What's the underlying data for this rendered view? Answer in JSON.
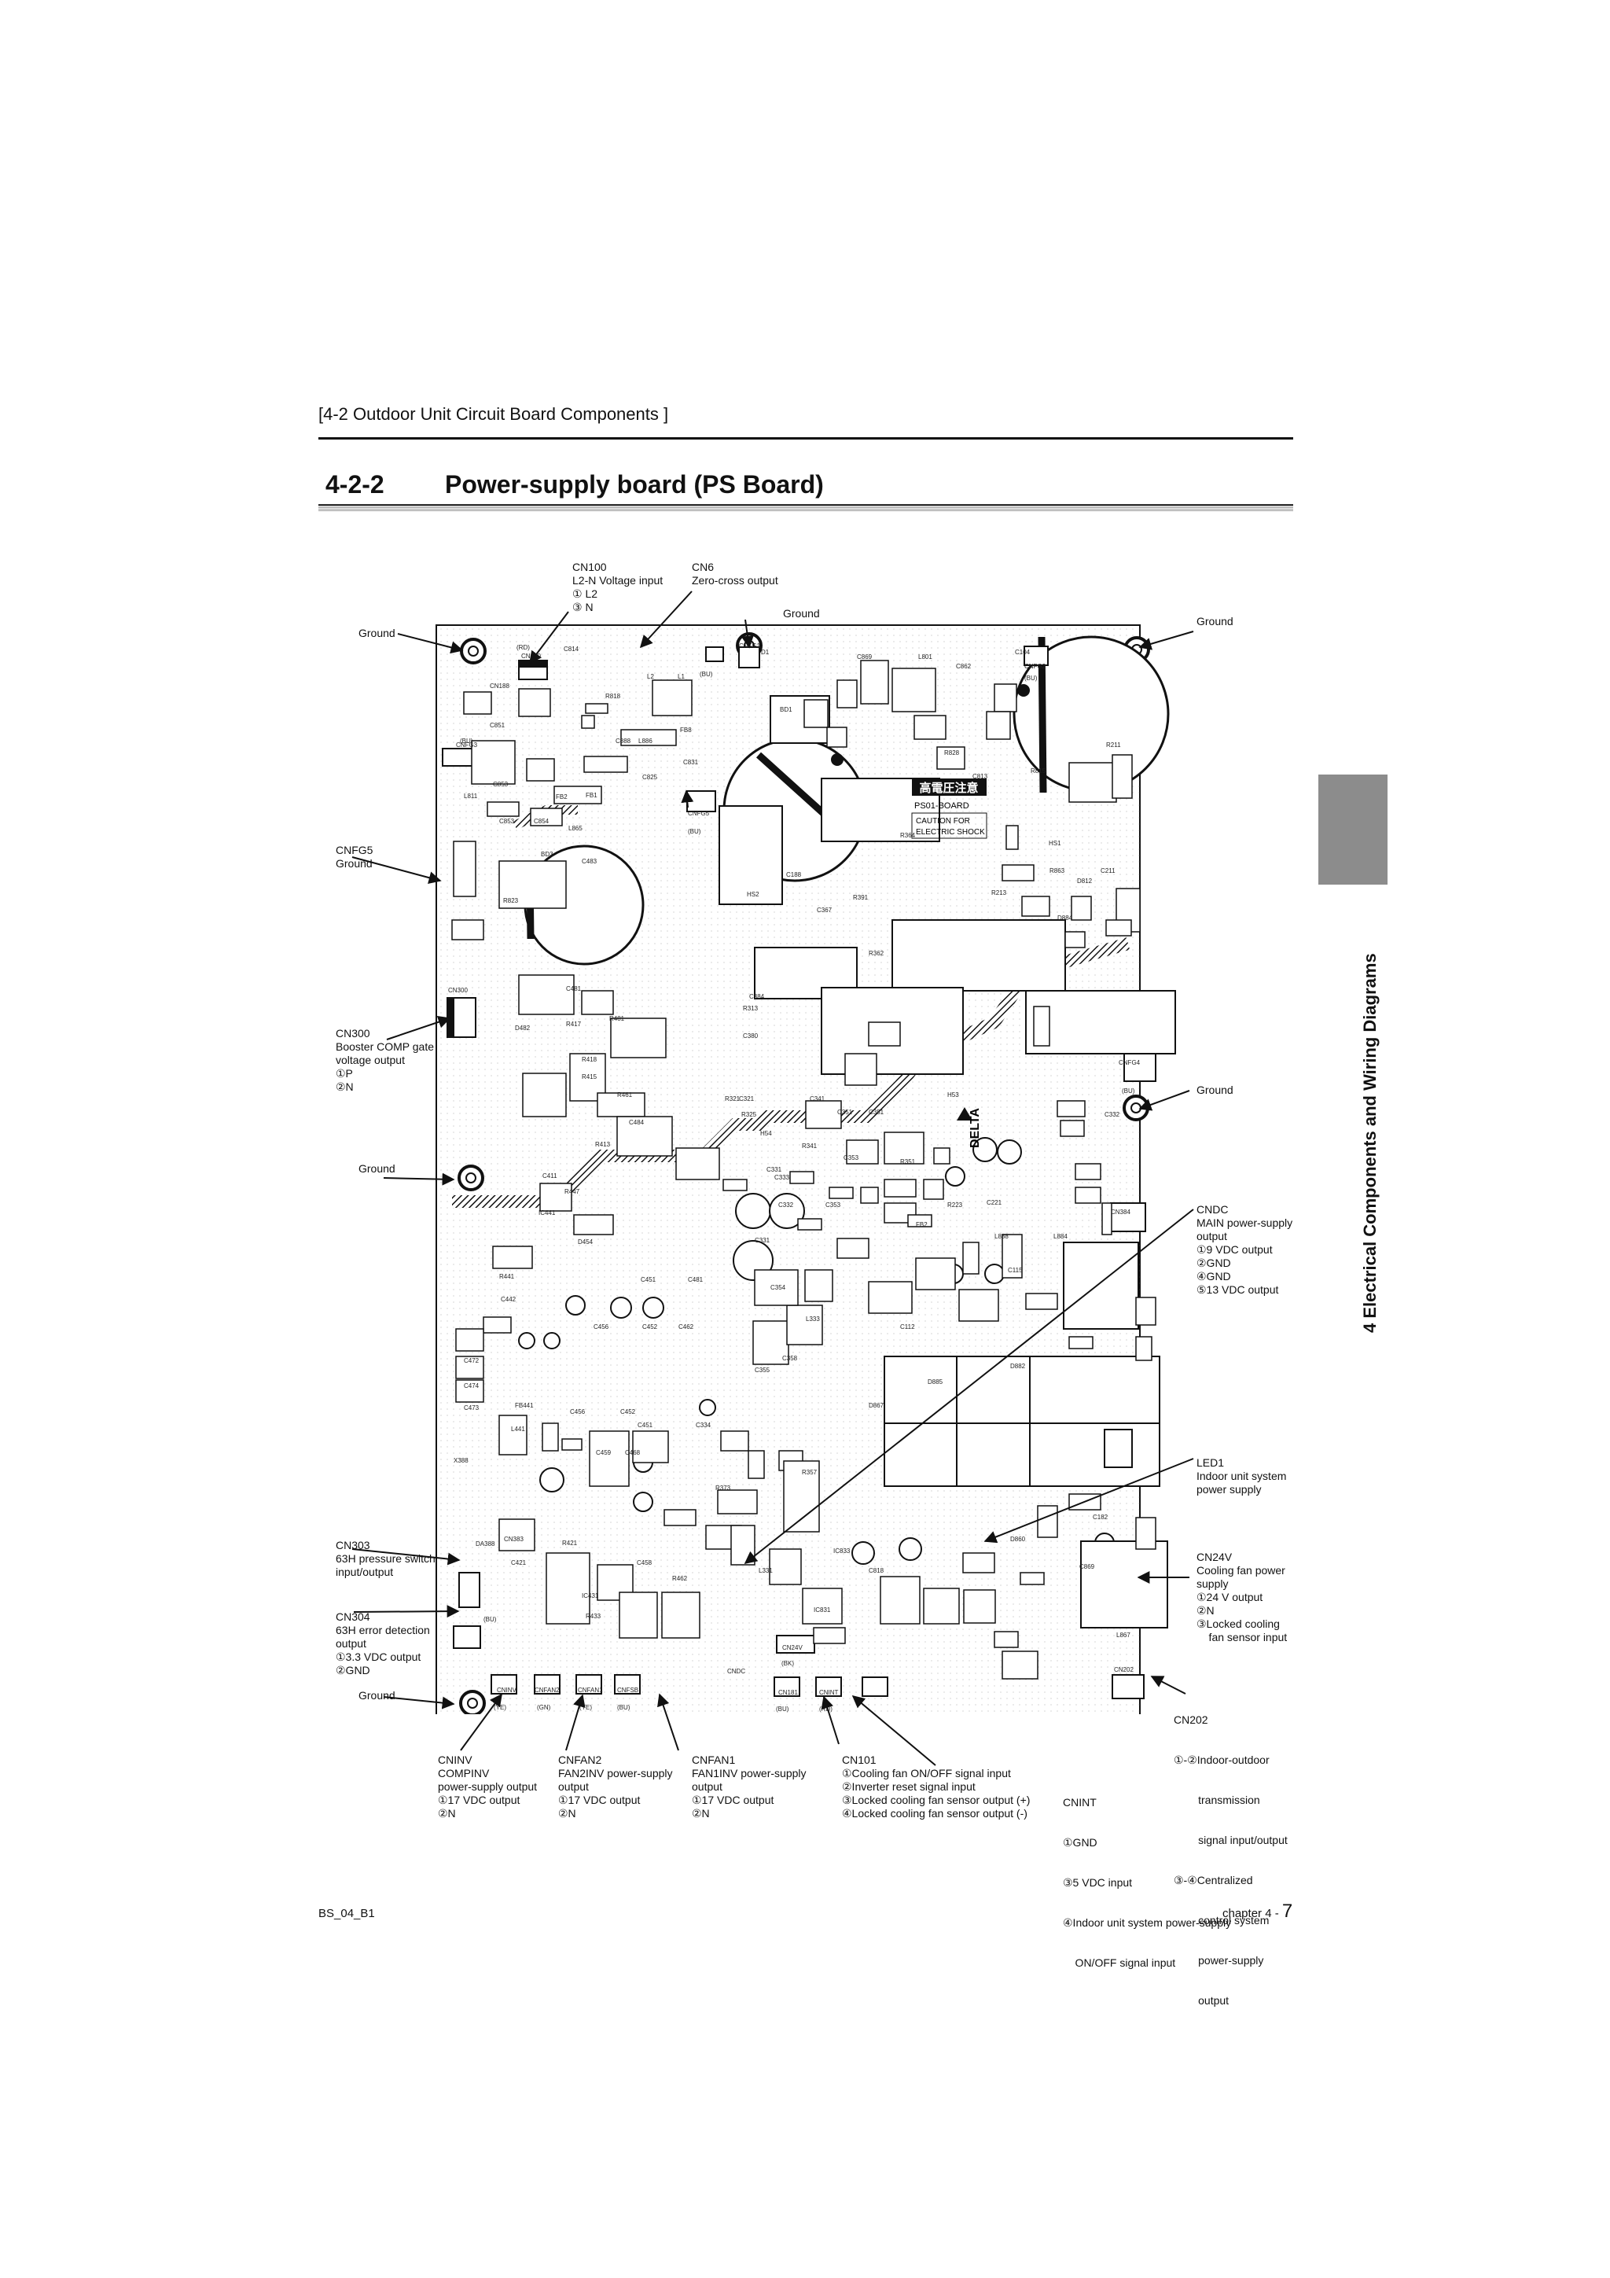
{
  "header": {
    "breadcrumb": "[4-2 Outdoor Unit Circuit Board Components ]",
    "section_number": "4-2-2",
    "section_title": "Power-supply board (PS Board)"
  },
  "side_tab": {
    "chapter_label": "4  Electrical Components and Wiring Diagrams",
    "color": "#8c8c8c"
  },
  "board": {
    "warning_jp": "高電圧注意",
    "board_name": "PS01-BOARD",
    "caution_1": "CAUTION FOR",
    "caution_2": "ELECTRIC SHOCK",
    "brand": "DELTA",
    "wire_colors": {
      "rd_top": "(RD)",
      "bu_cn6": "(BU)",
      "bu_right": "(BU)",
      "bu_left": "(BU)",
      "bu_cnfg5": "(BU)",
      "bu_cnfan": "(BU)",
      "bu_cn384": "(BU)",
      "ye_cninv": "(YE)",
      "gn_cnfan2": "(GN)",
      "ye_cnfan1": "(YE)",
      "bu_cnfsb": "(BU)",
      "bu_cn101": "(BU)",
      "rd_cnint": "(RD)",
      "bk_cn24v": "(BK)"
    }
  },
  "callouts": {
    "cn100": [
      "CN100",
      "L2-N Voltage input",
      "① L2",
      "③ N"
    ],
    "cn6": [
      "CN6",
      "Zero-cross output"
    ],
    "ground_top_center": "Ground",
    "ground_top_left": "Ground",
    "ground_top_right": "Ground",
    "cnfg5": [
      "CNFG5",
      "Ground"
    ],
    "cn300": [
      "CN300",
      "Booster COMP gate",
      "voltage output",
      "①P",
      "②N"
    ],
    "ground_right_mid": "Ground",
    "ground_left_mid": "Ground",
    "cndc": [
      "CNDC",
      "MAIN power-supply",
      "output",
      "①9 VDC output",
      "②GND",
      "④GND",
      "⑤13 VDC output"
    ],
    "led1": [
      "LED1",
      "Indoor unit system",
      "power supply"
    ],
    "cn303": [
      "CN303",
      "63H pressure switch",
      "input/output"
    ],
    "cn24v": [
      "CN24V",
      "Cooling fan power",
      "supply",
      "①24 V output",
      "②N",
      "③Locked cooling",
      "    fan sensor input"
    ],
    "cn304": [
      "CN304",
      "63H error detection",
      "output",
      "①3.3 VDC output",
      "②GND"
    ],
    "ground_bottom_left": "Ground",
    "cn202": [
      "CN202",
      "①-②Indoor-outdoor",
      "        transmission",
      "        signal input/output",
      "③-④Centralized",
      "        control system",
      "        power-supply",
      "        output"
    ],
    "cninv": [
      "CNINV",
      "COMPINV",
      "power-supply output",
      "①17 VDC output",
      "②N"
    ],
    "cnfan2": [
      "CNFAN2",
      "FAN2INV power-supply",
      "output",
      "①17 VDC output",
      "②N"
    ],
    "cnfan1": [
      "CNFAN1",
      "FAN1INV power-supply",
      "output",
      "①17 VDC output",
      "②N"
    ],
    "cn101": [
      "CN101",
      "①Cooling fan ON/OFF signal input",
      "②Inverter reset signal input",
      "③Locked cooling fan sensor output (+)",
      "④Locked cooling fan sensor output (-)"
    ],
    "cnint": [
      "CNINT",
      "①GND",
      "③5 VDC input",
      "④Indoor unit system power-supply",
      "    ON/OFF signal input"
    ]
  },
  "footer": {
    "doc_code": "BS_04_B1",
    "chapter_prefix": "chapter 4 - ",
    "page_number": "7"
  }
}
